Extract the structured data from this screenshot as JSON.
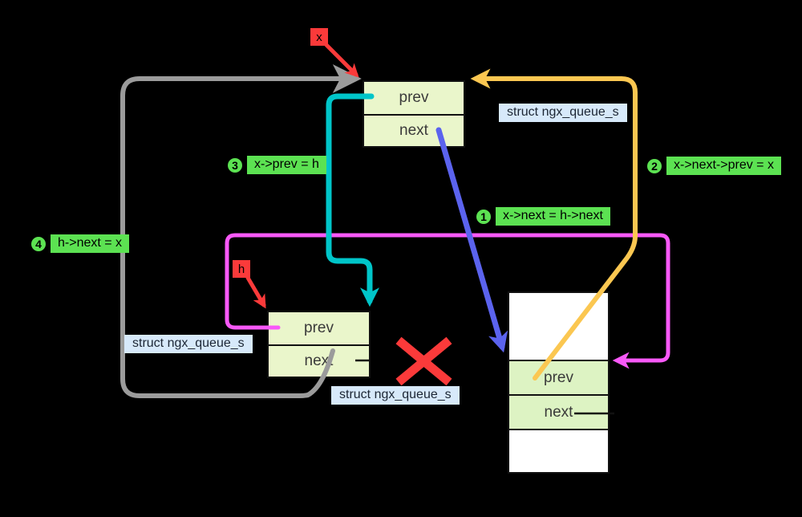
{
  "colors": {
    "background": "#000000",
    "box_fill": "#eaf6cb",
    "node_row_fill": "#ddf3c3",
    "node_white_fill": "#ffffff",
    "gray_arrow": "#9b9b9b",
    "cyan_arrow": "#00c5c9",
    "blue_arrow": "#5b63ee",
    "yellow_arrow": "#fbc751",
    "magenta_arrow": "#f859f8",
    "red": "#fb3a3a",
    "op_green": "#5ce252",
    "struct_bg": "#d7e9fa"
  },
  "pointer_labels": {
    "x": "x",
    "h": "h"
  },
  "boxes": {
    "x": {
      "fields": [
        "prev",
        "next"
      ]
    },
    "h": {
      "fields": [
        "prev",
        "next"
      ]
    },
    "node": {
      "fields": [
        "prev",
        "next"
      ]
    }
  },
  "struct_labels": {
    "top_right": "struct ngx_queue_s",
    "middle_left": "struct ngx_queue_s",
    "bottom_center": "struct ngx_queue_s"
  },
  "operations": [
    {
      "num": "1",
      "label": "x->next = h->next"
    },
    {
      "num": "2",
      "label": "x->next->prev = x"
    },
    {
      "num": "3",
      "label": "x->prev = h"
    },
    {
      "num": "4",
      "label": "h->next = x"
    }
  ]
}
